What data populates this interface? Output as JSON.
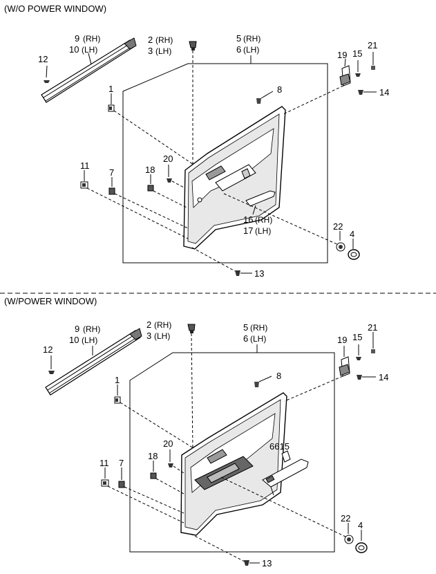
{
  "sections": [
    {
      "title": "(W/O POWER WINDOW)",
      "labels": {
        "p9": "9",
        "rh": "(RH)",
        "p10": "10",
        "lh": "(LH)",
        "p2": "2",
        "p3": "3",
        "p5": "5",
        "p6": "6",
        "p12": "12",
        "p1": "1",
        "p8": "8",
        "p19": "19",
        "p15": "15",
        "p21": "21",
        "p14": "14",
        "p11": "11",
        "p7": "7",
        "p18": "18",
        "p20": "20",
        "p16": "16",
        "p17": "17",
        "p22": "22",
        "p4": "4",
        "p13": "13"
      }
    },
    {
      "title": "(W/POWER WINDOW)",
      "labels": {
        "p9": "9",
        "rh": "(RH)",
        "p10": "10",
        "lh": "(LH)",
        "p2": "2",
        "p3": "3",
        "p5": "5",
        "p6": "6",
        "p12": "12",
        "p1": "1",
        "p8": "8",
        "p19": "19",
        "p15": "15",
        "p21": "21",
        "p14": "14",
        "p11": "11",
        "p7": "7",
        "p18": "18",
        "p20": "20",
        "p6615": "6615",
        "p22": "22",
        "p4": "4",
        "p13": "13"
      }
    }
  ]
}
